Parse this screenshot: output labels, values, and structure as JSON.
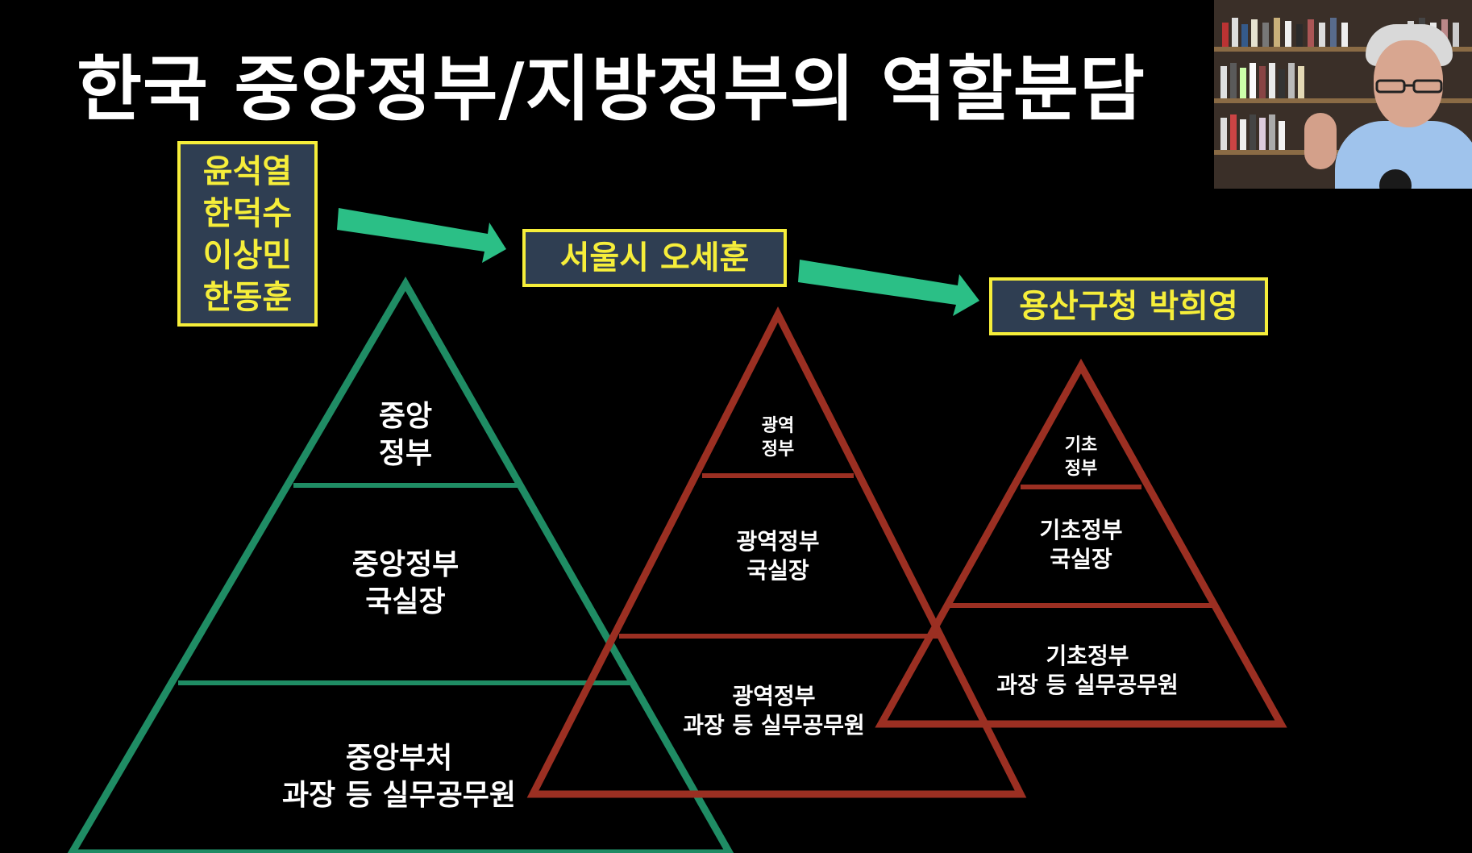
{
  "title": "한국 중앙정부/지방정부의 역할분담",
  "colors": {
    "background": "#000000",
    "box_border": "#f6ee3a",
    "box_text": "#f6ee3a",
    "box_fill": "#2f3e52",
    "arrow": "#2bbf86",
    "central_pyramid": "#1f8c64",
    "local_pyramid": "#9b2f22"
  },
  "names_box": {
    "names": [
      "윤석열",
      "한덕수",
      "이상민",
      "한동훈"
    ]
  },
  "seoul_box": "서울시 오세훈",
  "yongsan_box": "용산구청 박희영",
  "pyramids": {
    "central": {
      "top": "중앙\n정부",
      "middle": "중앙정부\n국실장",
      "bottom": "중앙부처\n과장 등 실무공무원"
    },
    "metropolitan": {
      "top": "광역\n정부",
      "middle": "광역정부\n국실장",
      "bottom": "광역정부\n과장 등 실무공무원"
    },
    "basic": {
      "top": "기초\n정부",
      "middle": "기초정부\n국실장",
      "bottom": "기초정부\n과장 등 실무공무원"
    }
  },
  "webcam": {
    "icon": "presenter-webcam-icon"
  }
}
